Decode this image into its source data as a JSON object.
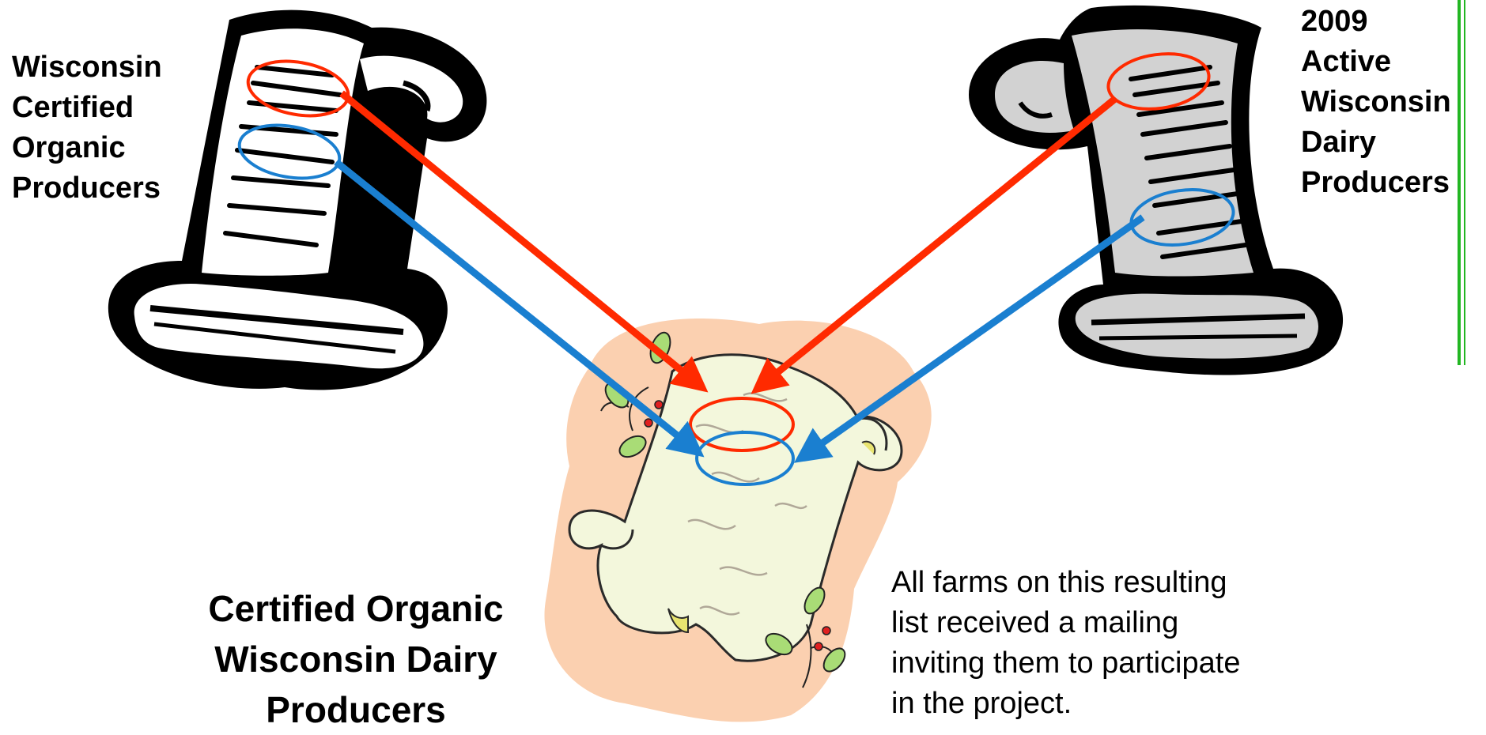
{
  "labels": {
    "left_list": [
      "Wisconsin",
      "Certified",
      "Organic",
      "Producers"
    ],
    "right_list": [
      "2009",
      "Active",
      "Wisconsin",
      "Dairy",
      "Producers"
    ],
    "result_list": [
      "Certified Organic",
      "Wisconsin Dairy",
      "Producers"
    ],
    "note": [
      "All farms on this resulting",
      "list received a mailing",
      "inviting them to participate",
      "in the project."
    ]
  },
  "colors": {
    "red": "#ff2a00",
    "blue": "#1a7fd0",
    "dark_scroll": "#000000",
    "light_scroll_fill": "#ffffff",
    "gray_scroll_fill": "#d2d2d2",
    "result_background": "#fbd0b0",
    "result_parchment": "#f3f7dc",
    "leaf": "#a9dc76",
    "berry": "#e02020",
    "accent_green": "#22b622"
  },
  "icons": {
    "left_scroll": "scroll-icon",
    "right_scroll": "scroll-icon",
    "result_scroll": "parchment-scroll-icon"
  }
}
